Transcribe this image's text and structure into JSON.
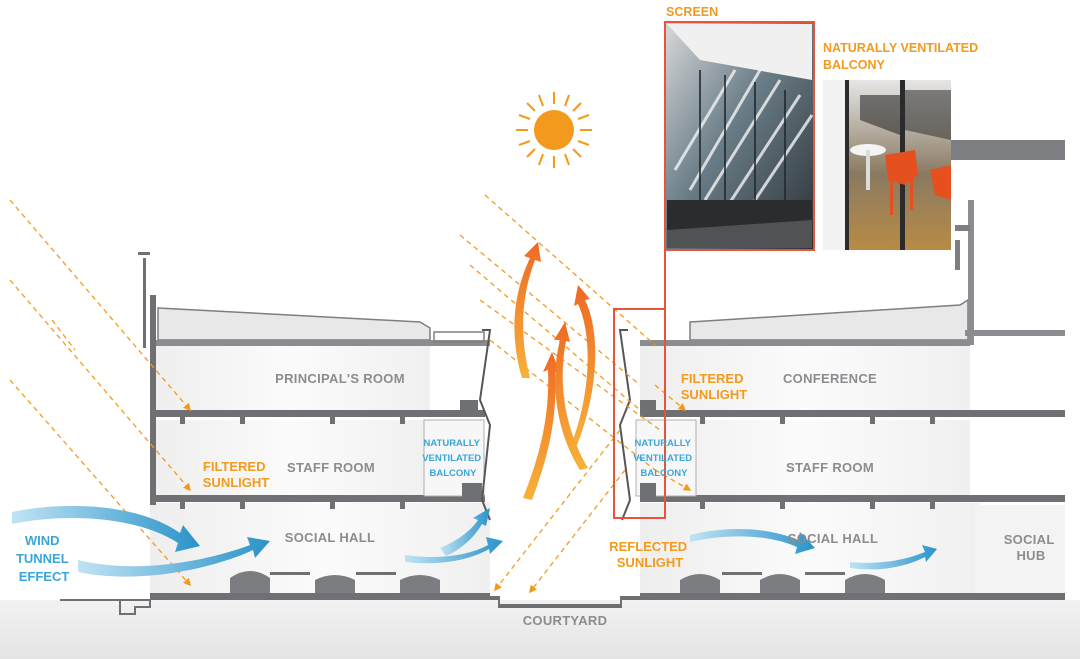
{
  "labels": {
    "screen": "SCREEN",
    "balcony_photo": "NATURALLY VENTILATED BALCONY",
    "principals_room": "PRINCIPAL'S ROOM",
    "conference": "CONFERENCE",
    "staff_room_left": "STAFF ROOM",
    "staff_room_right": "STAFF ROOM",
    "social_hall_left": "SOCIAL HALL",
    "social_hall_right": "SOCIAL HALL",
    "social_hub": [
      "SOCIAL",
      "HUB"
    ],
    "courtyard": "COURTYARD",
    "filtered_sunlight_left": [
      "FILTERED",
      "SUNLIGHT"
    ],
    "filtered_sunlight_right": [
      "FILTERED",
      "SUNLIGHT"
    ],
    "reflected_sunlight": [
      "REFLECTED",
      "SUNLIGHT"
    ],
    "wind_tunnel_effect": [
      "WIND",
      "TUNNEL",
      "EFFECT"
    ],
    "balcony_left": [
      "NATURALLY",
      "VENTILATED",
      "BALCONY"
    ],
    "balcony_right": [
      "NATURALLY",
      "VENTILATED",
      "BALCONY"
    ]
  },
  "colors": {
    "orange": "#f39a1e",
    "deep_orange": "#ee6a25",
    "blue": "#3aa6d8",
    "frame_red": "#e2563d",
    "structure": "#6f7073",
    "gray_text": "#8a8c8f"
  },
  "icons": {
    "sun": "sun-icon"
  }
}
